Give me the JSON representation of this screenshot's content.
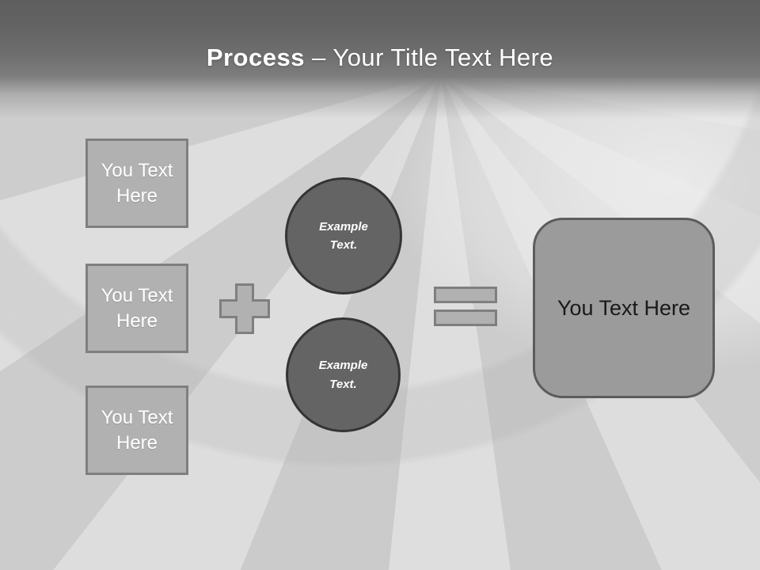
{
  "title": {
    "bold": "Process",
    "rest": " – Your Title Text Here"
  },
  "left_boxes": {
    "items": [
      {
        "label": "You Text Here"
      },
      {
        "label": "You Text Here"
      },
      {
        "label": "You Text Here"
      }
    ]
  },
  "circles": {
    "items": [
      {
        "label": "Example Text."
      },
      {
        "label": "Example Text."
      }
    ]
  },
  "operators": {
    "plus_icon": "plus",
    "equals_icon": "equals"
  },
  "result": {
    "label": "You Text Here"
  },
  "colors": {
    "header_top": "#5e5e5e",
    "background_base": "#d2d2d2",
    "box_fill": "#b1b1b1",
    "box_border": "#7f7f7f",
    "circle_fill": "#646464",
    "circle_border": "#343434",
    "result_fill": "#9b9b9b",
    "result_border": "#5c5c5c",
    "title_text": "#ffffff",
    "result_text": "#1a1a1a"
  }
}
